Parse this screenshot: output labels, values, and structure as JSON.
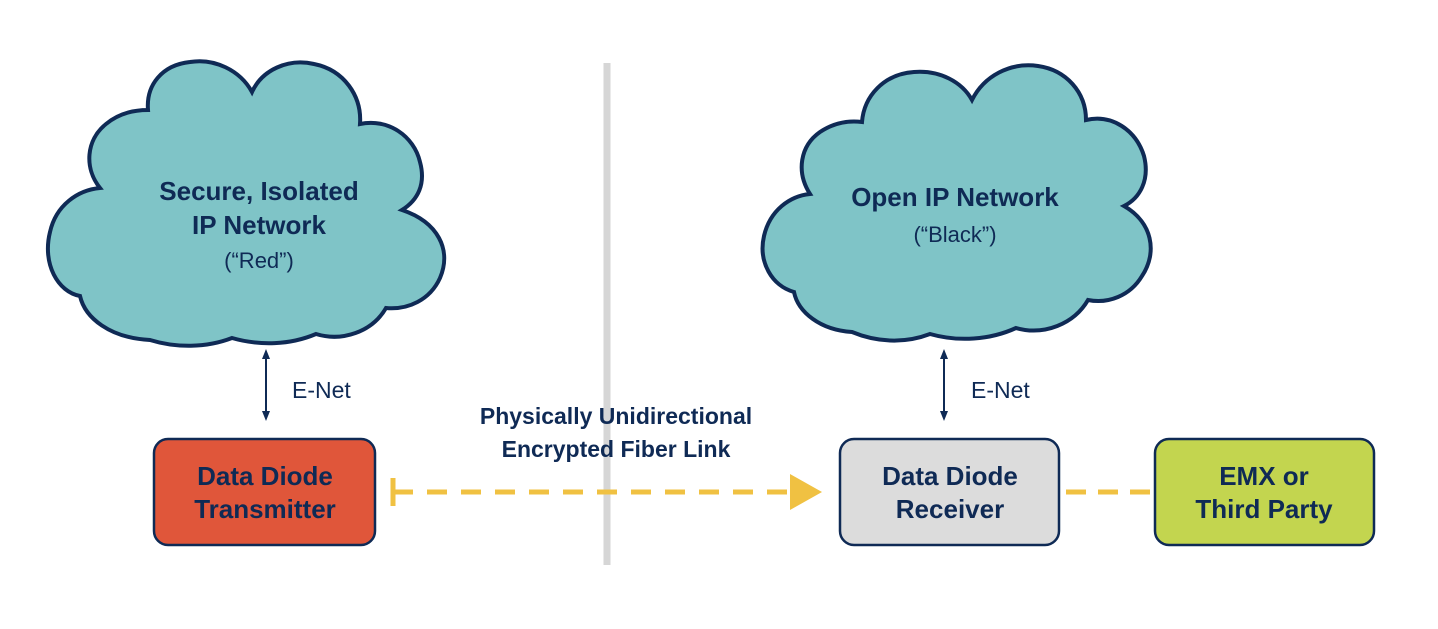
{
  "clouds": {
    "red": {
      "line1": "Secure, Isolated",
      "line2": "IP Network",
      "line3": "(“Red”)"
    },
    "black": {
      "line1": "Open IP Network",
      "line2": "(“Black”)"
    }
  },
  "connections": {
    "left_enet": "E-Net",
    "right_enet": "E-Net",
    "fiber_line1": "Physically Unidirectional",
    "fiber_line2": "Encrypted Fiber Link"
  },
  "boxes": {
    "transmitter": {
      "line1": "Data Diode",
      "line2": "Transmitter"
    },
    "receiver": {
      "line1": "Data Diode",
      "line2": "Receiver"
    },
    "emx": {
      "line1": "EMX or",
      "line2": "Third Party"
    }
  },
  "colors": {
    "cloud_fill": "#7fc4c7",
    "outline": "#0f2a55",
    "transmitter_fill": "#e0563a",
    "receiver_fill": "#dcdcdc",
    "emx_fill": "#c3d54f",
    "fiber_link": "#f0c142",
    "divider": "#d6d6d6"
  }
}
